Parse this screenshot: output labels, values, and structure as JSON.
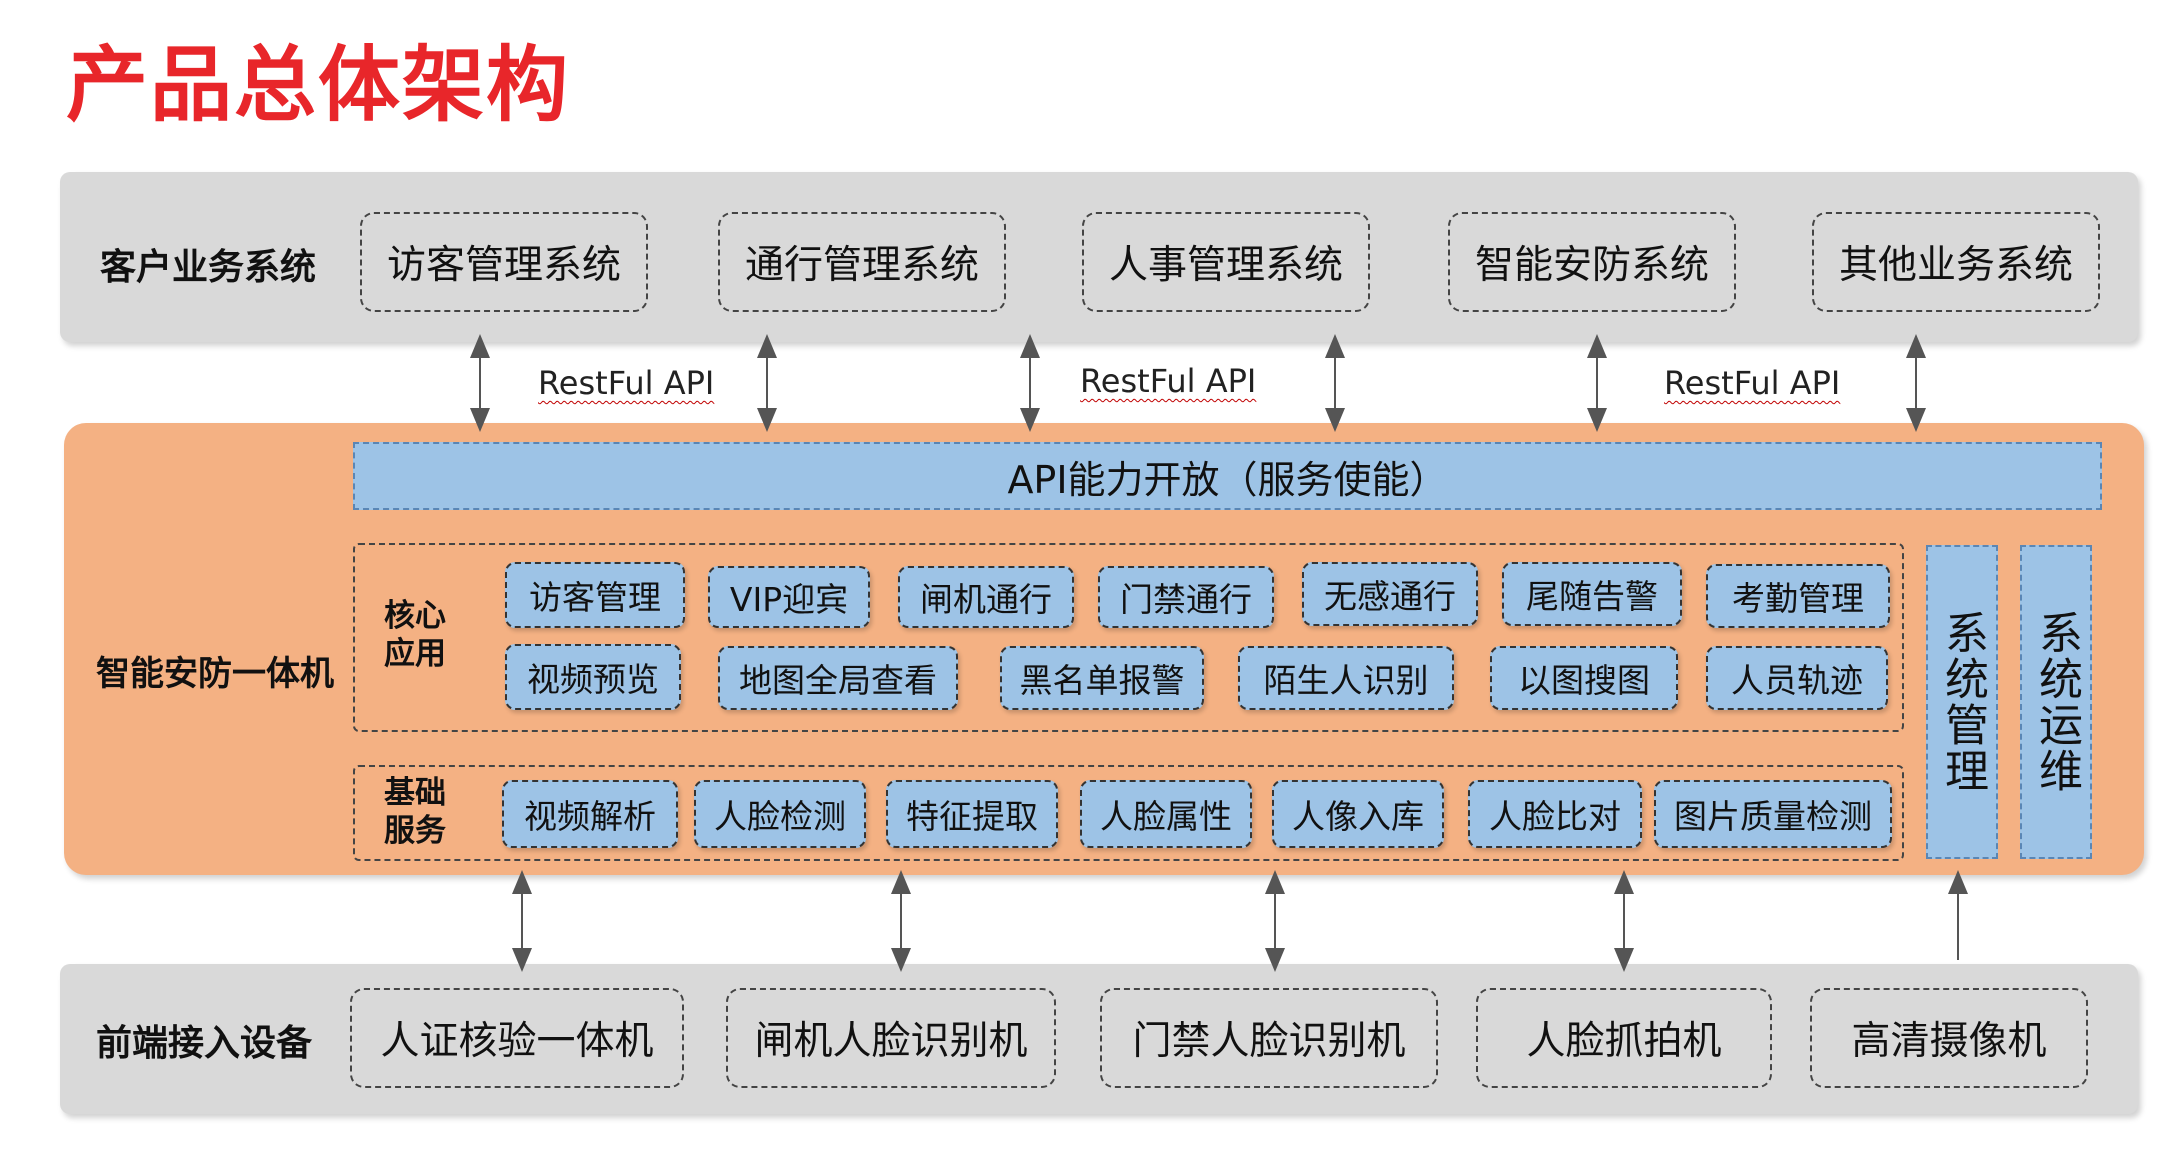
{
  "title": "产品总体架构",
  "client": {
    "label": "客户业务系统",
    "items": [
      "访客管理系统",
      "通行管理系统",
      "人事管理系统",
      "智能安防系统",
      "其他业务系统"
    ]
  },
  "api_links": [
    "RestFul API",
    "RestFul API",
    "RestFul API"
  ],
  "core": {
    "label": "智能安防一体机",
    "api_bar": "API能力开放（服务使能）",
    "core_apps": {
      "label": "核心\n应用",
      "row1": [
        "访客管理",
        "VIP迎宾",
        "闸机通行",
        "门禁通行",
        "无感通行",
        "尾随告警",
        "考勤管理"
      ],
      "row2": [
        "视频预览",
        "地图全局查看",
        "黑名单报警",
        "陌生人识别",
        "以图搜图",
        "人员轨迹"
      ]
    },
    "base_services": {
      "label": "基础\n服务",
      "items": [
        "视频解析",
        "人脸检测",
        "特征提取",
        "人脸属性",
        "人像入库",
        "人脸比对",
        "图片质量检测"
      ]
    },
    "side": [
      "系统管理",
      "系统运维"
    ]
  },
  "devices": {
    "label": "前端接入设备",
    "items": [
      "人证核验一体机",
      "闸机人脸识别机",
      "门禁人脸识别机",
      "人脸抓拍机",
      "高清摄像机"
    ]
  }
}
